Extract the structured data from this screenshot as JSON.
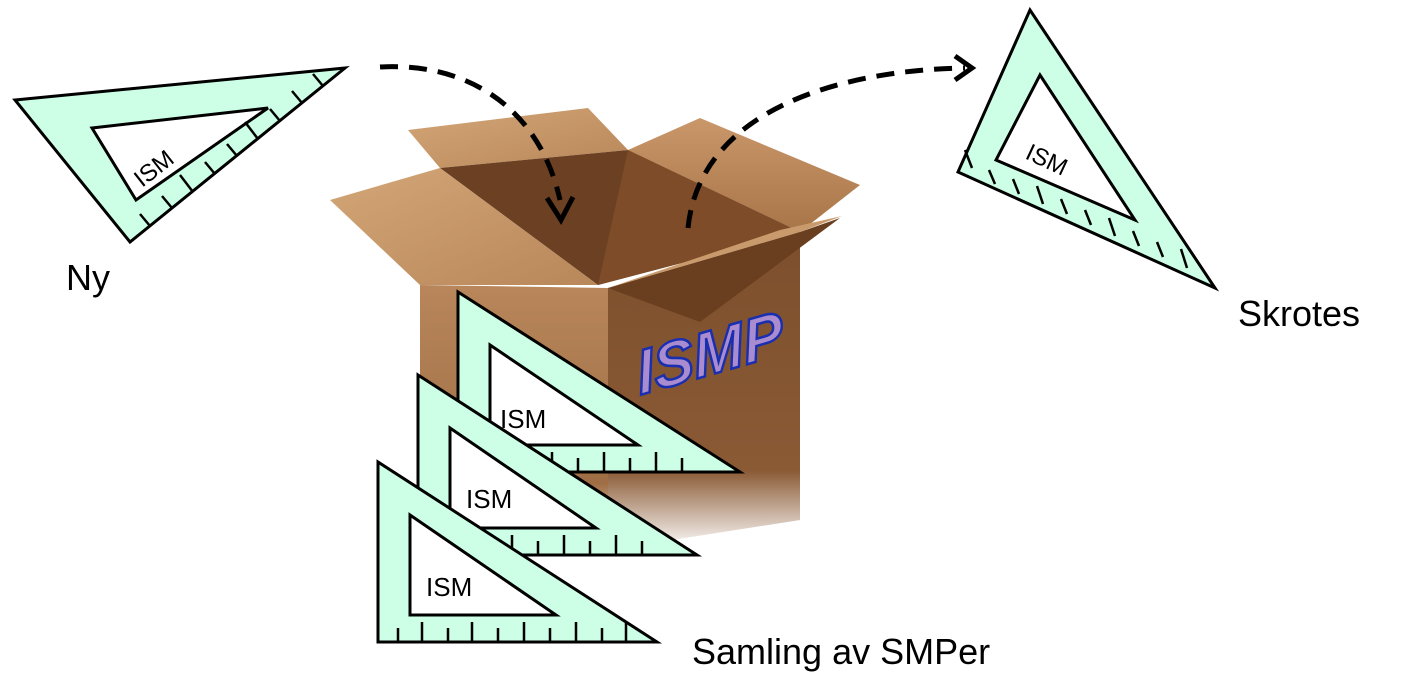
{
  "labels": {
    "new": "Ny",
    "discard": "Skrotes",
    "collection": "Samling av SMPer"
  },
  "box_label": "ISMP",
  "triangle_label": "ISM",
  "colors": {
    "triangle_fill": "#ccffe6",
    "triangle_stroke": "#000000",
    "box_front": "#a9764c",
    "box_side": "#8c5a36",
    "box_label_stroke": "#1a2fb0"
  },
  "arrows": [
    {
      "from": "new",
      "to": "box",
      "style": "dashed"
    },
    {
      "from": "box",
      "to": "discard",
      "style": "dashed"
    }
  ]
}
